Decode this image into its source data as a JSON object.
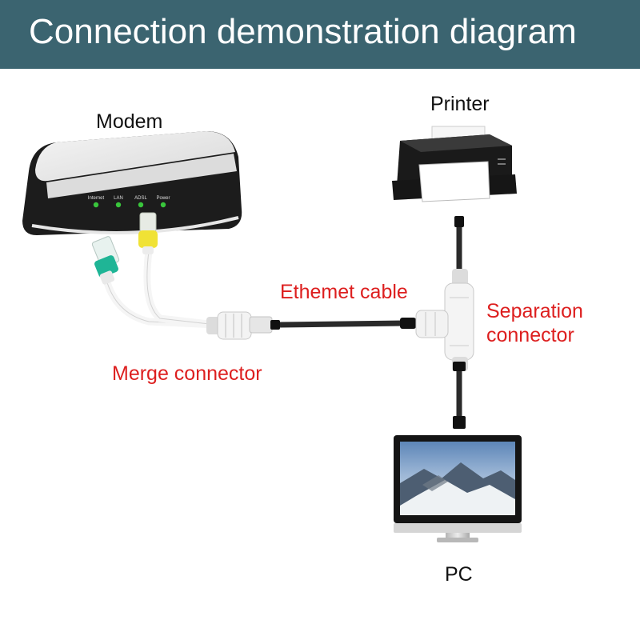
{
  "header": {
    "title": "Connection demonstration diagram"
  },
  "devices": {
    "modem": {
      "label": "Modem",
      "led_labels": [
        "Internet",
        "LAN",
        "ADSL",
        "Power"
      ]
    },
    "printer": {
      "label": "Printer"
    },
    "pc": {
      "label": "PC"
    }
  },
  "callouts": {
    "ethernet_cable": "Ethemet cable",
    "separation_connector_line1": "Separation",
    "separation_connector_line2": "connector",
    "merge_connector": "Merge connector"
  },
  "colors": {
    "header_bg": "#3b6470",
    "callout_red": "#dd1f1f",
    "cable": "#2a2a2a",
    "led_green": "#39c63c",
    "plug_green": "#1fb596",
    "plug_yellow": "#f0e235"
  }
}
